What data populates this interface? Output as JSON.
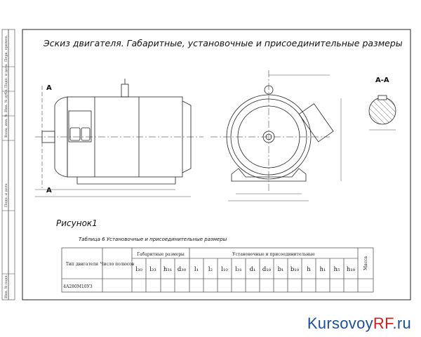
{
  "drawing": {
    "title": "Эскиз двигателя. Габаритные, установочные и присоединительные размеры",
    "figure_caption": "Рисунок1",
    "section_label": "А-А",
    "section_mark_top": "А",
    "section_mark_bottom": "А"
  },
  "table": {
    "caption": "Таблица 6 Установочные и присоединительные размеры",
    "col_type": "Тип двигателя",
    "col_poles": "Число полюсов",
    "group_overall": "Габаритные размеры",
    "group_install": "Установочные и присоединительные",
    "col_mass": "Масса",
    "overall_cols": [
      "l₃₀",
      "l₃₃",
      "h₃₁",
      "d₃₀"
    ],
    "install_cols": [
      "l₁",
      "l₂",
      "l₁₀",
      "l₃₁",
      "d₁",
      "d₁₀",
      "b₁",
      "b₁₀",
      "h",
      "h₁",
      "h₅",
      "h₁₀"
    ],
    "row_type": "4А280М10У3"
  },
  "side_strip": [
    "Инв. № подл.",
    "Подп. и дата",
    "Взам. инв. №",
    "Инв. № дубл.",
    "Подп. и дата",
    "Перв. примен."
  ],
  "watermark": {
    "part1": "Kursovoy",
    "part2": "RF",
    "part3": ".ru"
  }
}
